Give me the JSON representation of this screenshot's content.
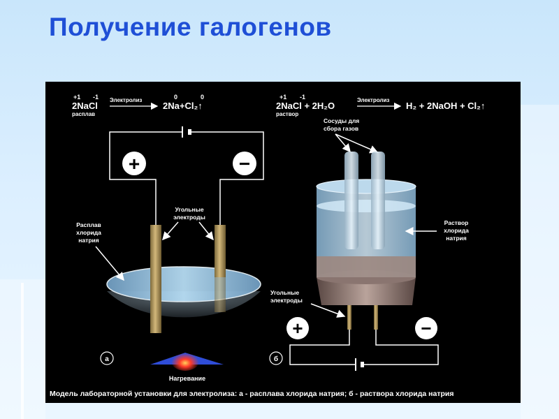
{
  "title": "Получение галогенов",
  "left": {
    "ox1": "+1",
    "ox2": "-1",
    "reactant": "2NaCl",
    "state": "расплав",
    "arrow_label": "Электролиз",
    "ox3": "0",
    "ox4": "0",
    "products": "2Na+Cl₂↑",
    "label_melt_1": "Расплав",
    "label_melt_2": "хлорида",
    "label_melt_3": "натрия",
    "label_electrodes_1": "Угольные",
    "label_electrodes_2": "электроды",
    "plus": "+",
    "minus": "−",
    "letter": "а",
    "heat_label": "Нагревание"
  },
  "right": {
    "ox1": "+1",
    "ox2": "-1",
    "reactant": "2NaCl + 2H₂O",
    "state": "раствор",
    "arrow_label": "Электролиз",
    "products": "H₂ + 2NaOH + Cl₂↑",
    "label_vessels_1": "Сосуды для",
    "label_vessels_2": "сбора газов",
    "label_solution_1": "Раствор",
    "label_solution_2": "хлорида",
    "label_solution_3": "натрия",
    "label_electrodes_1": "Угольные",
    "label_electrodes_2": "электроды",
    "plus": "+",
    "minus": "−",
    "letter": "б"
  },
  "caption": "Модель лабораторной установки для электролиза:  а - расплава хлорида натрия; б - раствора хлорида натрия",
  "colors": {
    "title": "#1f4fd6",
    "liquid": "#a9d2ee",
    "electrode": "#b69a5e",
    "wire": "#ffffff",
    "figure_bg": "#000000"
  }
}
